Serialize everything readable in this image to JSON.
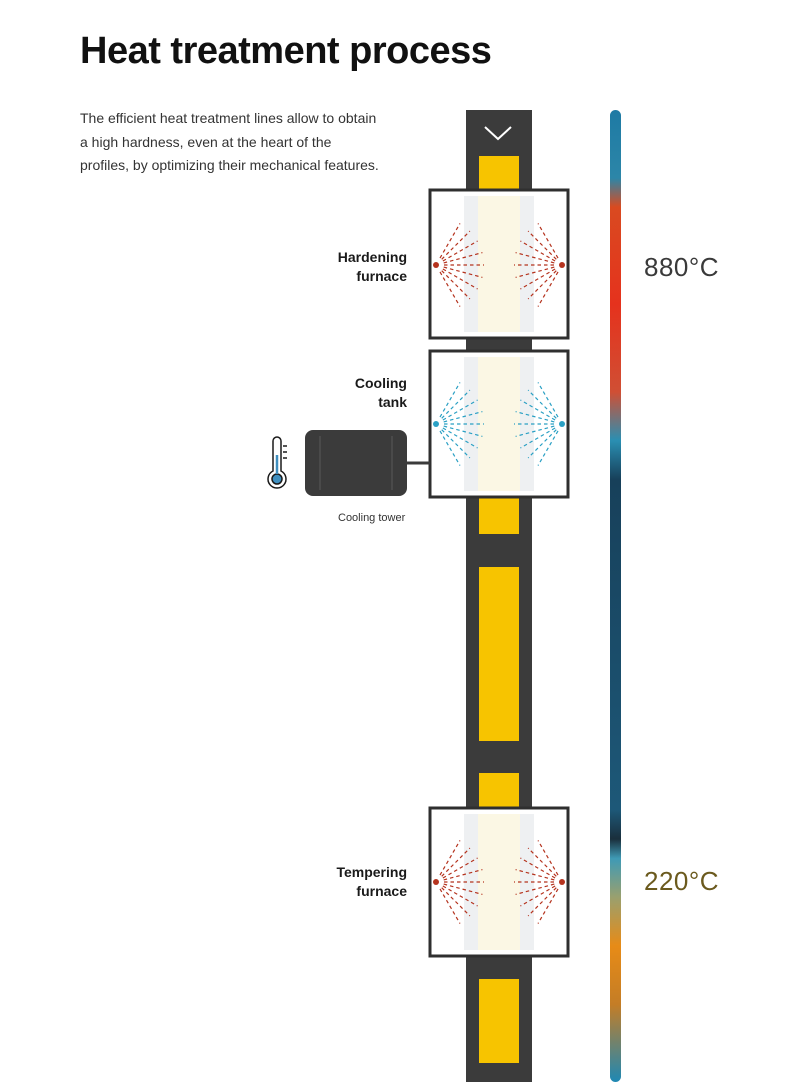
{
  "header": {
    "title": "Heat treatment process",
    "intro": "The efficient heat treatment lines allow to obtain a high hardness, even at the heart of the profiles, by optimizing their mechanical features."
  },
  "stages": {
    "hardening": {
      "label": "Hardening\nfurnace"
    },
    "cooling": {
      "label": "Cooling\ntank"
    },
    "tempering": {
      "label": "Tempering\nfurnace"
    }
  },
  "cooling_tower": {
    "label": "Cooling tower"
  },
  "temperatures": {
    "hot": {
      "label": "880°C",
      "color": "#3a3a3a"
    },
    "warm": {
      "label": "220°C",
      "color": "#6b5a1e"
    }
  },
  "colors": {
    "conveyor": "#3b3b3b",
    "profile": "#f7c400",
    "heat_rays": "#b5331e",
    "cool_rays": "#2aa0c4",
    "glow": "#fbf7e4",
    "bar_hot": "#e3321e",
    "bar_cool": "#2387ad",
    "bar_warm": "#e38a18"
  },
  "icons": {
    "direction": "chevron-down-icon",
    "thermometer": "thermometer-icon"
  }
}
